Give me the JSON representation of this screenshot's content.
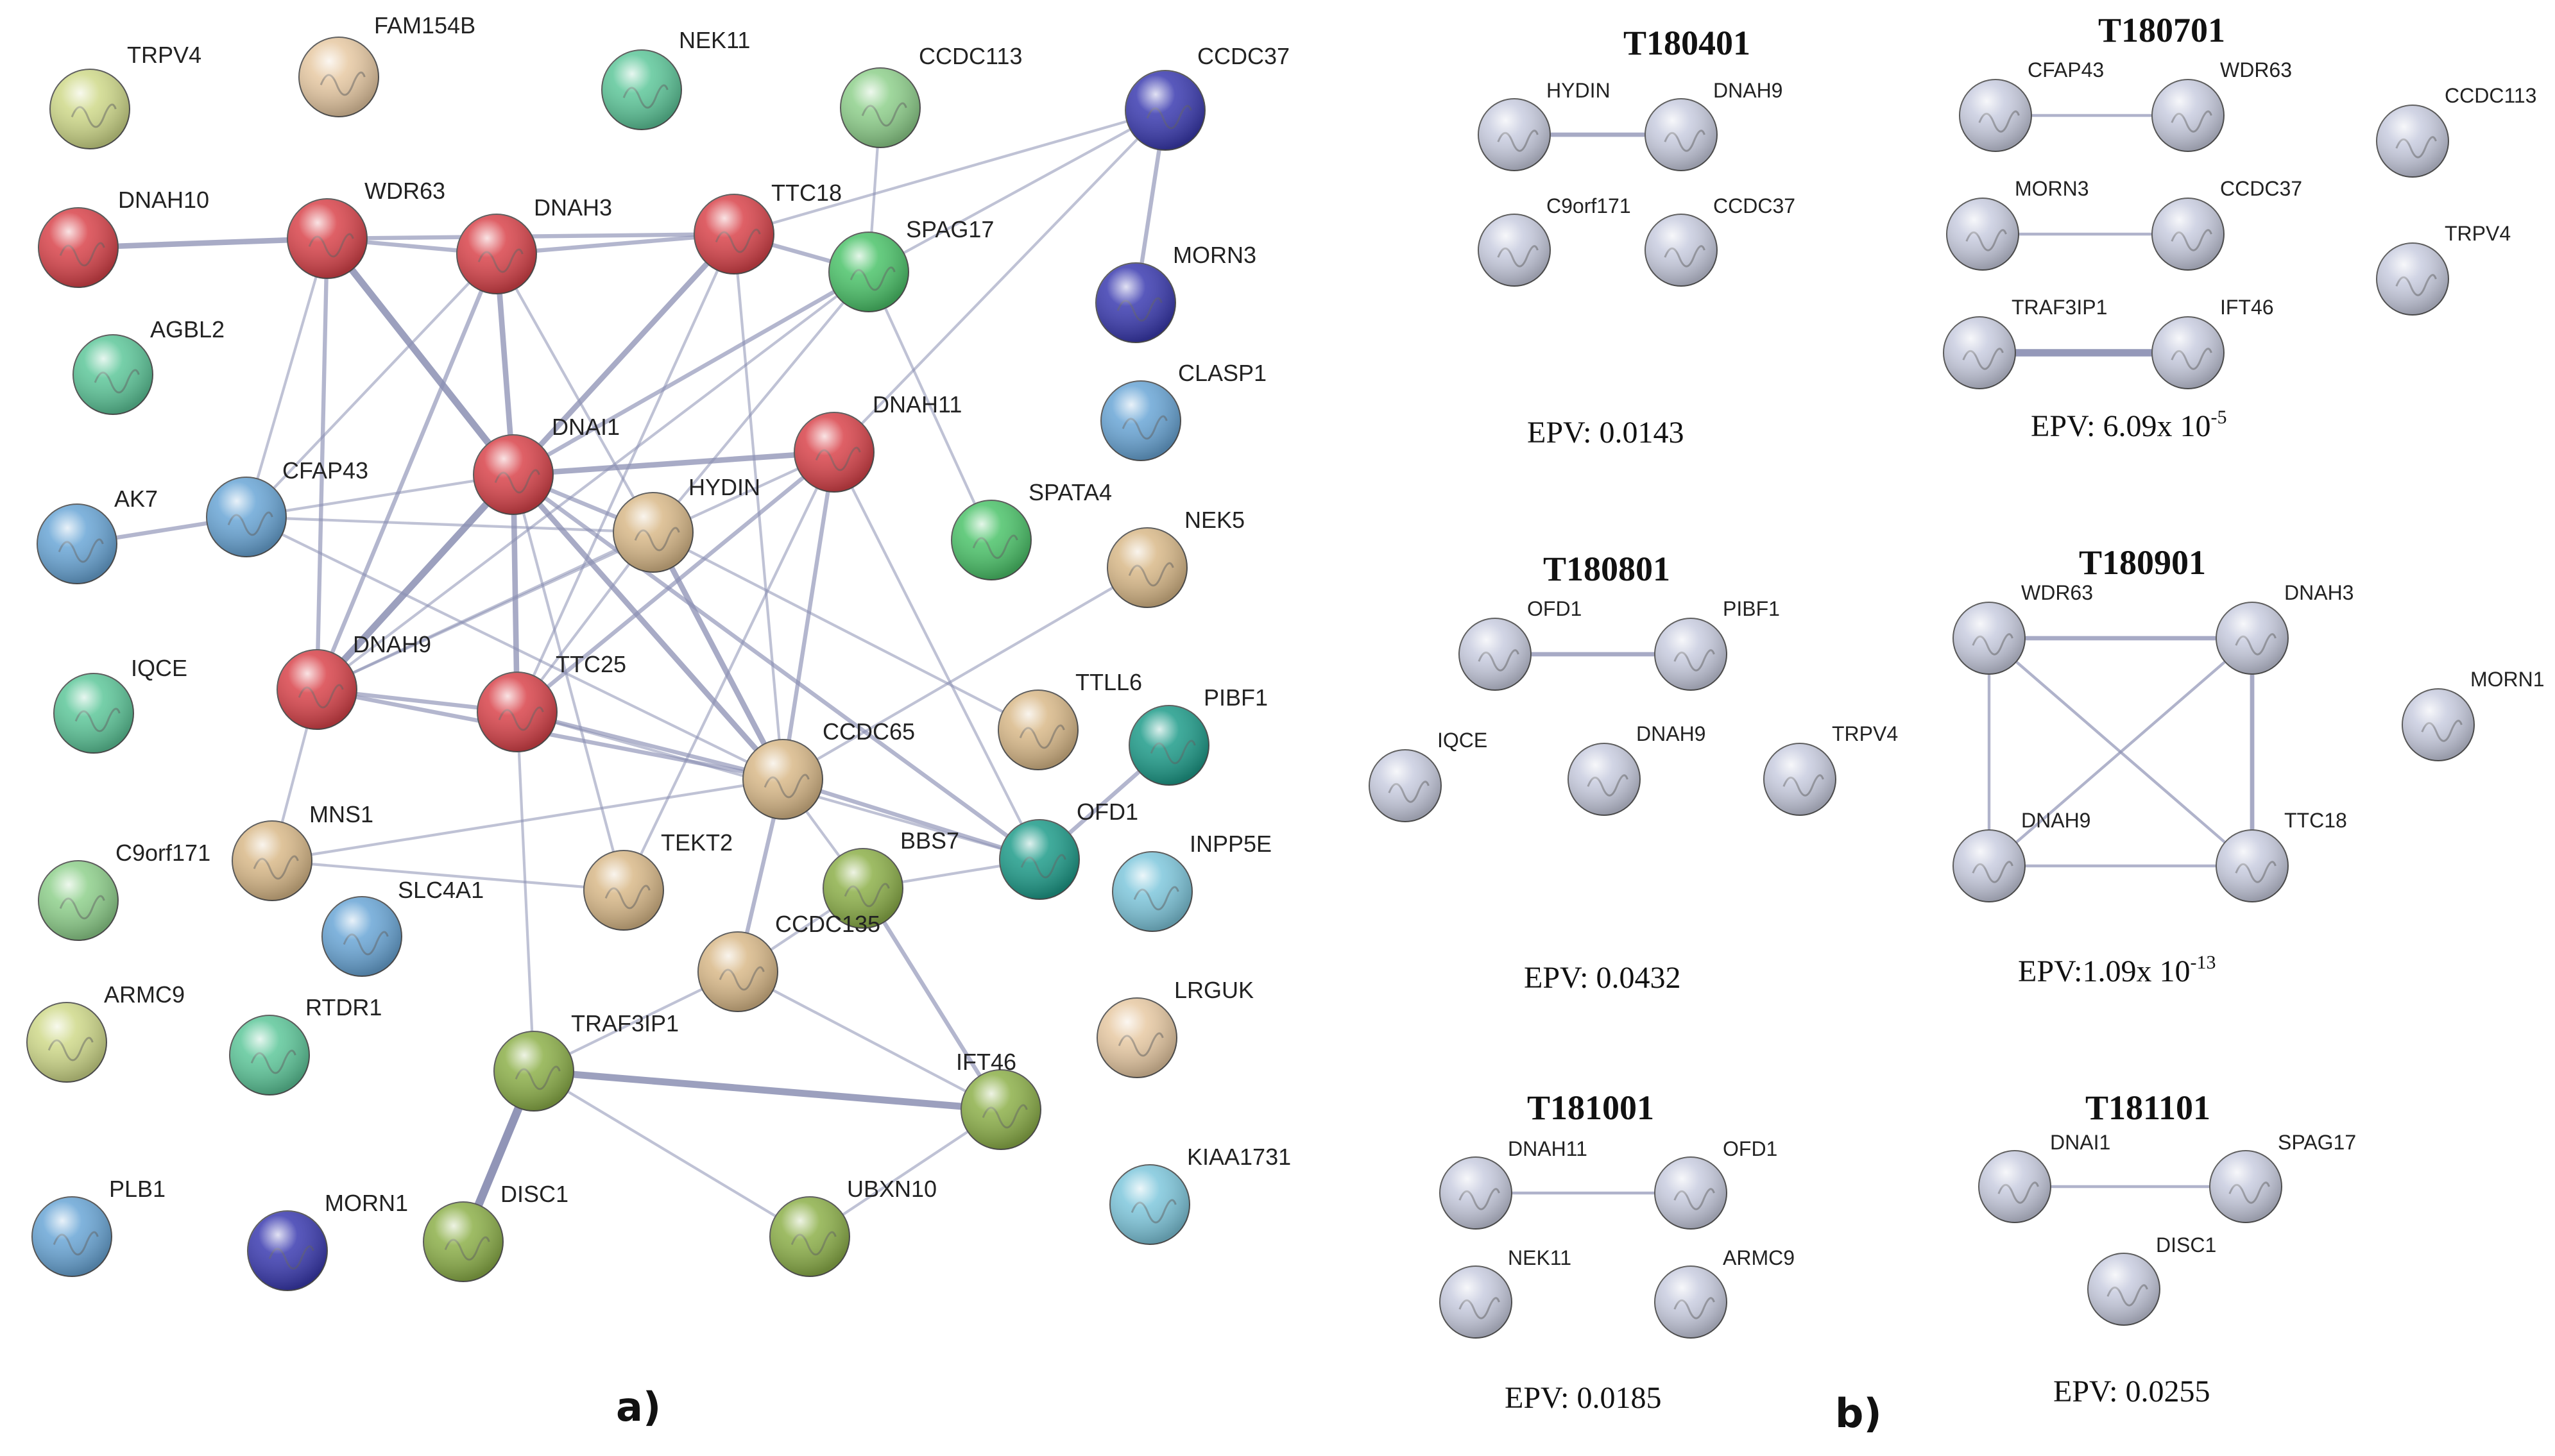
{
  "colors": {
    "red": "#d9444b",
    "green": "#4cc36a",
    "tan": "#d9b989",
    "blue": "#3b3bb0",
    "sky": "#6aa6d6",
    "mint": "#5ec79a",
    "teal": "#1f9c8a",
    "olive": "#8db04a",
    "lime": "#cfd98a",
    "peach": "#e7c9a3",
    "lightgreen": "#8fd08c",
    "cyan": "#7fc7dc",
    "ice": "#c9cde0",
    "edge": "#8b8fb3"
  },
  "panel_a": {
    "label": "a)",
    "nodes": [
      {
        "id": "TRPV4",
        "label": "TRPV4",
        "color": "lime"
      },
      {
        "id": "FAM154B",
        "label": "FAM154B",
        "color": "peach"
      },
      {
        "id": "NEK11",
        "label": "NEK11",
        "color": "mint"
      },
      {
        "id": "CCDC113",
        "label": "CCDC113",
        "color": "lightgreen"
      },
      {
        "id": "CCDC37",
        "label": "CCDC37",
        "color": "blue"
      },
      {
        "id": "DNAH10",
        "label": "DNAH10",
        "color": "red"
      },
      {
        "id": "WDR63",
        "label": "WDR63",
        "color": "red"
      },
      {
        "id": "DNAH3",
        "label": "DNAH3",
        "color": "red"
      },
      {
        "id": "TTC18",
        "label": "TTC18",
        "color": "red"
      },
      {
        "id": "SPAG17",
        "label": "SPAG17",
        "color": "green"
      },
      {
        "id": "MORN3",
        "label": "MORN3",
        "color": "blue"
      },
      {
        "id": "AGBL2",
        "label": "AGBL2",
        "color": "mint"
      },
      {
        "id": "CLASP1",
        "label": "CLASP1",
        "color": "sky"
      },
      {
        "id": "DNAI1",
        "label": "DNAI1",
        "color": "red"
      },
      {
        "id": "DNAH11",
        "label": "DNAH11",
        "color": "red"
      },
      {
        "id": "AK7",
        "label": "AK7",
        "color": "sky"
      },
      {
        "id": "CFAP43",
        "label": "CFAP43",
        "color": "sky"
      },
      {
        "id": "HYDIN",
        "label": "HYDIN",
        "color": "tan"
      },
      {
        "id": "SPATA4",
        "label": "SPATA4",
        "color": "green"
      },
      {
        "id": "NEK5",
        "label": "NEK5",
        "color": "tan"
      },
      {
        "id": "IQCE",
        "label": "IQCE",
        "color": "mint"
      },
      {
        "id": "DNAH9",
        "label": "DNAH9",
        "color": "red"
      },
      {
        "id": "TTC25",
        "label": "TTC25",
        "color": "red"
      },
      {
        "id": "TTLL6",
        "label": "TTLL6",
        "color": "tan"
      },
      {
        "id": "PIBF1",
        "label": "PIBF1",
        "color": "teal"
      },
      {
        "id": "CCDC65",
        "label": "CCDC65",
        "color": "tan"
      },
      {
        "id": "MNS1",
        "label": "MNS1",
        "color": "tan"
      },
      {
        "id": "OFD1",
        "label": "OFD1",
        "color": "teal"
      },
      {
        "id": "C9orf171",
        "label": "C9orf171",
        "color": "lightgreen"
      },
      {
        "id": "SLC4A1",
        "label": "SLC4A1",
        "color": "sky"
      },
      {
        "id": "TEKT2",
        "label": "TEKT2",
        "color": "tan"
      },
      {
        "id": "BBS7",
        "label": "BBS7",
        "color": "olive"
      },
      {
        "id": "INPP5E",
        "label": "INPP5E",
        "color": "cyan"
      },
      {
        "id": "CCDC135",
        "label": "CCDC135",
        "color": "tan"
      },
      {
        "id": "ARMC9",
        "label": "ARMC9",
        "color": "lime"
      },
      {
        "id": "RTDR1",
        "label": "RTDR1",
        "color": "mint"
      },
      {
        "id": "LRGUK",
        "label": "LRGUK",
        "color": "peach"
      },
      {
        "id": "TRAF3IP1",
        "label": "TRAF3IP1",
        "color": "olive"
      },
      {
        "id": "IFT46",
        "label": "IFT46",
        "color": "olive"
      },
      {
        "id": "KIAA1731",
        "label": "KIAA1731",
        "color": "cyan"
      },
      {
        "id": "PLB1",
        "label": "PLB1",
        "color": "sky"
      },
      {
        "id": "MORN1",
        "label": "MORN1",
        "color": "blue"
      },
      {
        "id": "DISC1",
        "label": "DISC1",
        "color": "olive"
      },
      {
        "id": "UBXN10",
        "label": "UBXN10",
        "color": "olive"
      }
    ],
    "edges": [
      [
        "DNAH10",
        "WDR63",
        3
      ],
      [
        "WDR63",
        "DNAH3",
        2
      ],
      [
        "DNAH3",
        "TTC18",
        2
      ],
      [
        "WDR63",
        "TTC18",
        2
      ],
      [
        "TTC18",
        "SPAG17",
        2
      ],
      [
        "CCDC113",
        "SPAG17",
        1
      ],
      [
        "CCDC37",
        "SPAG17",
        1
      ],
      [
        "CCDC37",
        "TTC18",
        1
      ],
      [
        "CCDC37",
        "MORN3",
        2
      ],
      [
        "CCDC37",
        "DNAH11",
        1
      ],
      [
        "WDR63",
        "DNAI1",
        4
      ],
      [
        "DNAH3",
        "DNAI1",
        3
      ],
      [
        "TTC18",
        "DNAI1",
        3
      ],
      [
        "SPAG17",
        "DNAI1",
        2
      ],
      [
        "DNAI1",
        "DNAH11",
        3
      ],
      [
        "DNAI1",
        "HYDIN",
        2
      ],
      [
        "DNAI1",
        "DNAH9",
        4
      ],
      [
        "DNAI1",
        "TTC25",
        3
      ],
      [
        "DNAI1",
        "CCDC65",
        3
      ],
      [
        "DNAI1",
        "OFD1",
        2
      ],
      [
        "DNAI1",
        "CFAP43",
        1
      ],
      [
        "DNAI1",
        "TEKT2",
        1
      ],
      [
        "WDR63",
        "CFAP43",
        1
      ],
      [
        "WDR63",
        "DNAH9",
        2
      ],
      [
        "DNAH3",
        "DNAH9",
        2
      ],
      [
        "DNAH3",
        "HYDIN",
        1
      ],
      [
        "DNAH9",
        "TTC25",
        2
      ],
      [
        "DNAH9",
        "CCDC65",
        2
      ],
      [
        "DNAH9",
        "HYDIN",
        1
      ],
      [
        "DNAH9",
        "DNAH11",
        1
      ],
      [
        "TTC25",
        "CCDC65",
        2
      ],
      [
        "TTC25",
        "HYDIN",
        1
      ],
      [
        "TTC25",
        "TRAF3IP1",
        1
      ],
      [
        "TTC25",
        "OFD1",
        1
      ],
      [
        "HYDIN",
        "CCDC65",
        3
      ],
      [
        "HYDIN",
        "CFAP43",
        1
      ],
      [
        "HYDIN",
        "TTLL6",
        1
      ],
      [
        "DNAH11",
        "CCDC65",
        2
      ],
      [
        "DNAH11",
        "TTC25",
        2
      ],
      [
        "DNAH11",
        "OFD1",
        1
      ],
      [
        "SPAG17",
        "HYDIN",
        1
      ],
      [
        "SPAG17",
        "SPATA4",
        1
      ],
      [
        "SPAG17",
        "DNAH9",
        1
      ],
      [
        "TTC18",
        "CCDC65",
        1
      ],
      [
        "AK7",
        "CFAP43",
        2
      ],
      [
        "CFAP43",
        "CCDC65",
        1
      ],
      [
        "CCDC65",
        "OFD1",
        2
      ],
      [
        "CCDC65",
        "NEK5",
        1
      ],
      [
        "CCDC65",
        "CCDC135",
        2
      ],
      [
        "CCDC65",
        "MNS1",
        1
      ],
      [
        "CCDC65",
        "BBS7",
        1
      ],
      [
        "OFD1",
        "PIBF1",
        2
      ],
      [
        "OFD1",
        "BBS7",
        1
      ],
      [
        "MNS1",
        "TEKT2",
        1
      ],
      [
        "MNS1",
        "DNAH9",
        1
      ],
      [
        "TEKT2",
        "DNAH11",
        1
      ],
      [
        "BBS7",
        "IFT46",
        2
      ],
      [
        "BBS7",
        "CCDC135",
        1
      ],
      [
        "CCDC135",
        "TRAF3IP1",
        1
      ],
      [
        "CCDC135",
        "IFT46",
        1
      ],
      [
        "TRAF3IP1",
        "IFT46",
        4
      ],
      [
        "TRAF3IP1",
        "DISC1",
        5
      ],
      [
        "TRAF3IP1",
        "UBXN10",
        1
      ],
      [
        "UBXN10",
        "IFT46",
        1
      ],
      [
        "CFAP43",
        "DNAH3",
        1
      ],
      [
        "TTC18",
        "TTC25",
        1
      ]
    ]
  },
  "panel_b": {
    "label": "b)",
    "subnetworks": [
      {
        "title": "T180401",
        "epv": "EPV: 0.0143",
        "nodes": [
          "HYDIN",
          "DNAH9",
          "C9orf171",
          "CCDC37"
        ],
        "edges": [
          [
            "HYDIN",
            "DNAH9",
            2
          ]
        ]
      },
      {
        "title": "T180701",
        "epv_prefix": "EPV: 6.09x 10",
        "epv_exp": "-5",
        "nodes": [
          "CFAP43",
          "WDR63",
          "CCDC113",
          "MORN3",
          "CCDC37",
          "TRPV4",
          "TRAF3IP1",
          "IFT46"
        ],
        "edges": [
          [
            "CFAP43",
            "WDR63",
            1
          ],
          [
            "MORN3",
            "CCDC37",
            1
          ],
          [
            "TRAF3IP1",
            "IFT46",
            4
          ]
        ]
      },
      {
        "title": "T180801",
        "epv": "EPV: 0.0432",
        "nodes": [
          "OFD1",
          "PIBF1",
          "IQCE",
          "DNAH9",
          "TRPV4"
        ],
        "edges": [
          [
            "OFD1",
            "PIBF1",
            2
          ]
        ]
      },
      {
        "title": "T180901",
        "epv_prefix": "EPV:1.09x 10",
        "epv_exp": "-13",
        "nodes": [
          "WDR63",
          "DNAH3",
          "MORN1",
          "DNAH9",
          "TTC18"
        ],
        "edges": [
          [
            "WDR63",
            "DNAH3",
            2
          ],
          [
            "WDR63",
            "DNAH9",
            1
          ],
          [
            "WDR63",
            "TTC18",
            1
          ],
          [
            "DNAH3",
            "DNAH9",
            1
          ],
          [
            "DNAH3",
            "TTC18",
            2
          ],
          [
            "DNAH9",
            "TTC18",
            1
          ]
        ]
      },
      {
        "title": "T181001",
        "epv": "EPV: 0.0185",
        "nodes": [
          "DNAH11",
          "OFD1",
          "NEK11",
          "ARMC9"
        ],
        "edges": [
          [
            "DNAH11",
            "OFD1",
            1
          ]
        ]
      },
      {
        "title": "T181101",
        "epv": "EPV: 0.0255",
        "nodes": [
          "DNAI1",
          "SPAG17",
          "DISC1"
        ],
        "edges": [
          [
            "DNAI1",
            "SPAG17",
            1
          ]
        ]
      }
    ]
  }
}
